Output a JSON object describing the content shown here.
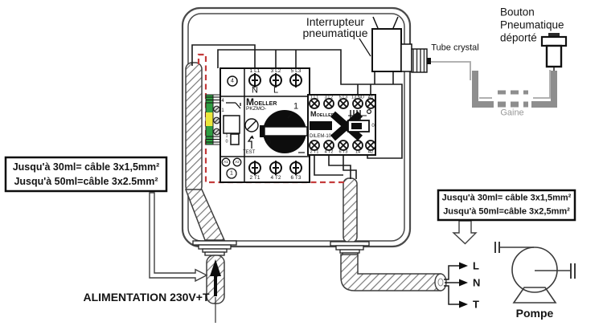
{
  "diagram_labels": {
    "pneumatic_switch_line1": "Interrupteur",
    "pneumatic_switch_line2": "pneumatique",
    "remote_button_line1": "Bouton",
    "remote_button_line2": "Pneumatique",
    "remote_button_line3": "déporté",
    "tube": "Tube crystal",
    "gaine": "Gaine",
    "supply": "ALIMENTATION 230V+T",
    "pump": "Pompe"
  },
  "phases": {
    "l": "L",
    "n": "N",
    "t": "T"
  },
  "left_note": {
    "line1": "Jusqu'à 30ml= câble 3x1,5mm²",
    "line2": "Jusqu'à 50ml=câble 3x2.5mm²"
  },
  "right_note": {
    "line1": "Jusqu'à 30ml= câble 3x1,5mm²",
    "line2": "Jusqu'à 50ml=câble 3x2,5mm²"
  },
  "pkzm0": {
    "brand_initial": "M",
    "brand_rest": "OELLER",
    "model": "PKZMO-",
    "top_terminals": [
      "1 L1",
      "3 L2",
      "5 L3"
    ],
    "bottom_terminals": [
      "2 T1",
      "4 T2",
      "6 T3"
    ],
    "neutral": "N",
    "line": "L",
    "on": "1",
    "off": "0",
    "test": "TEST",
    "aux_top_number": "4",
    "aux_contact_no": "4",
    "aux_contact_nc": "1",
    "mini_one": "1",
    "mini_zero": "0",
    "coil_a1": "A1",
    "coil_a2": "A2",
    "bottom_number": "1"
  },
  "contactor": {
    "brand_initial": "M",
    "brand_rest": "OELLER",
    "model": "DILEM-10",
    "top_terminals": [
      "1 L1",
      "3 L2",
      "5 L3",
      "13 NO",
      "A1"
    ],
    "bottom_terminals": [
      "2 T1",
      "4 T2",
      "6 T3",
      "14",
      "A2"
    ],
    "coil_mark": "0"
  },
  "colors": {
    "wire_black": "#1c1c1c",
    "wire_red_dashed": "#c43b3b",
    "earth_green": "#2f9e41",
    "earth_yellow": "#ece73b",
    "gaine_gray": "#8e8e8e",
    "outline_gray": "#4a4a4a"
  }
}
